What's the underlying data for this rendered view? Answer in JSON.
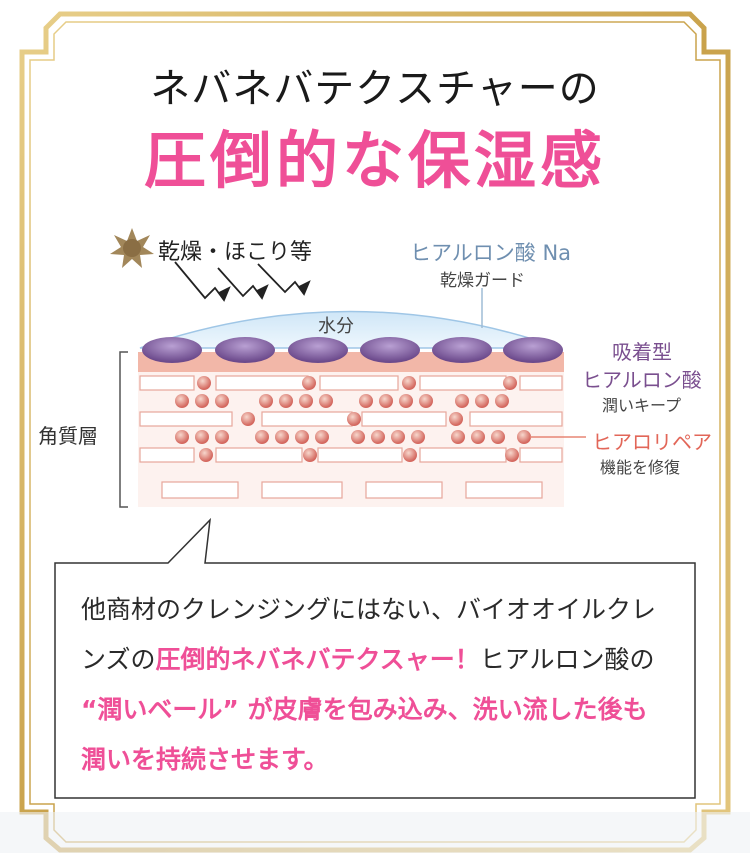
{
  "headline": {
    "line1": "ネバネバテクスチャーの",
    "line2": "圧倒的な保湿感"
  },
  "diagram": {
    "dust_label": "乾燥・ほこり等",
    "ha_na_label": "ヒアルロン酸 Na",
    "dry_guard_label": "乾燥ガード",
    "water_label": "水分",
    "absorb_label_line1": "吸着型",
    "absorb_label_line2": "ヒアルロン酸",
    "absorb_sub": "潤いキープ",
    "repair_label": "ヒアロリペア",
    "repair_sub": "機能を修復",
    "stratum_label": "角質層"
  },
  "callout": {
    "text1": "他商材のクレンジングにはない、バイオオイルクレンズの",
    "text2_pink": "圧倒的ネバネバテクスャー！",
    "text3": "ヒアルロン酸の ",
    "text4_pink": "“潤いベール” が皮膚を包み込み、洗い流した後も潤いを持続させます。"
  },
  "colors": {
    "accent_pink": "#ef4f97",
    "gold_frame": "#c9a24b",
    "purple": "#7a4f8f",
    "blue_text": "#6f8fb0"
  }
}
